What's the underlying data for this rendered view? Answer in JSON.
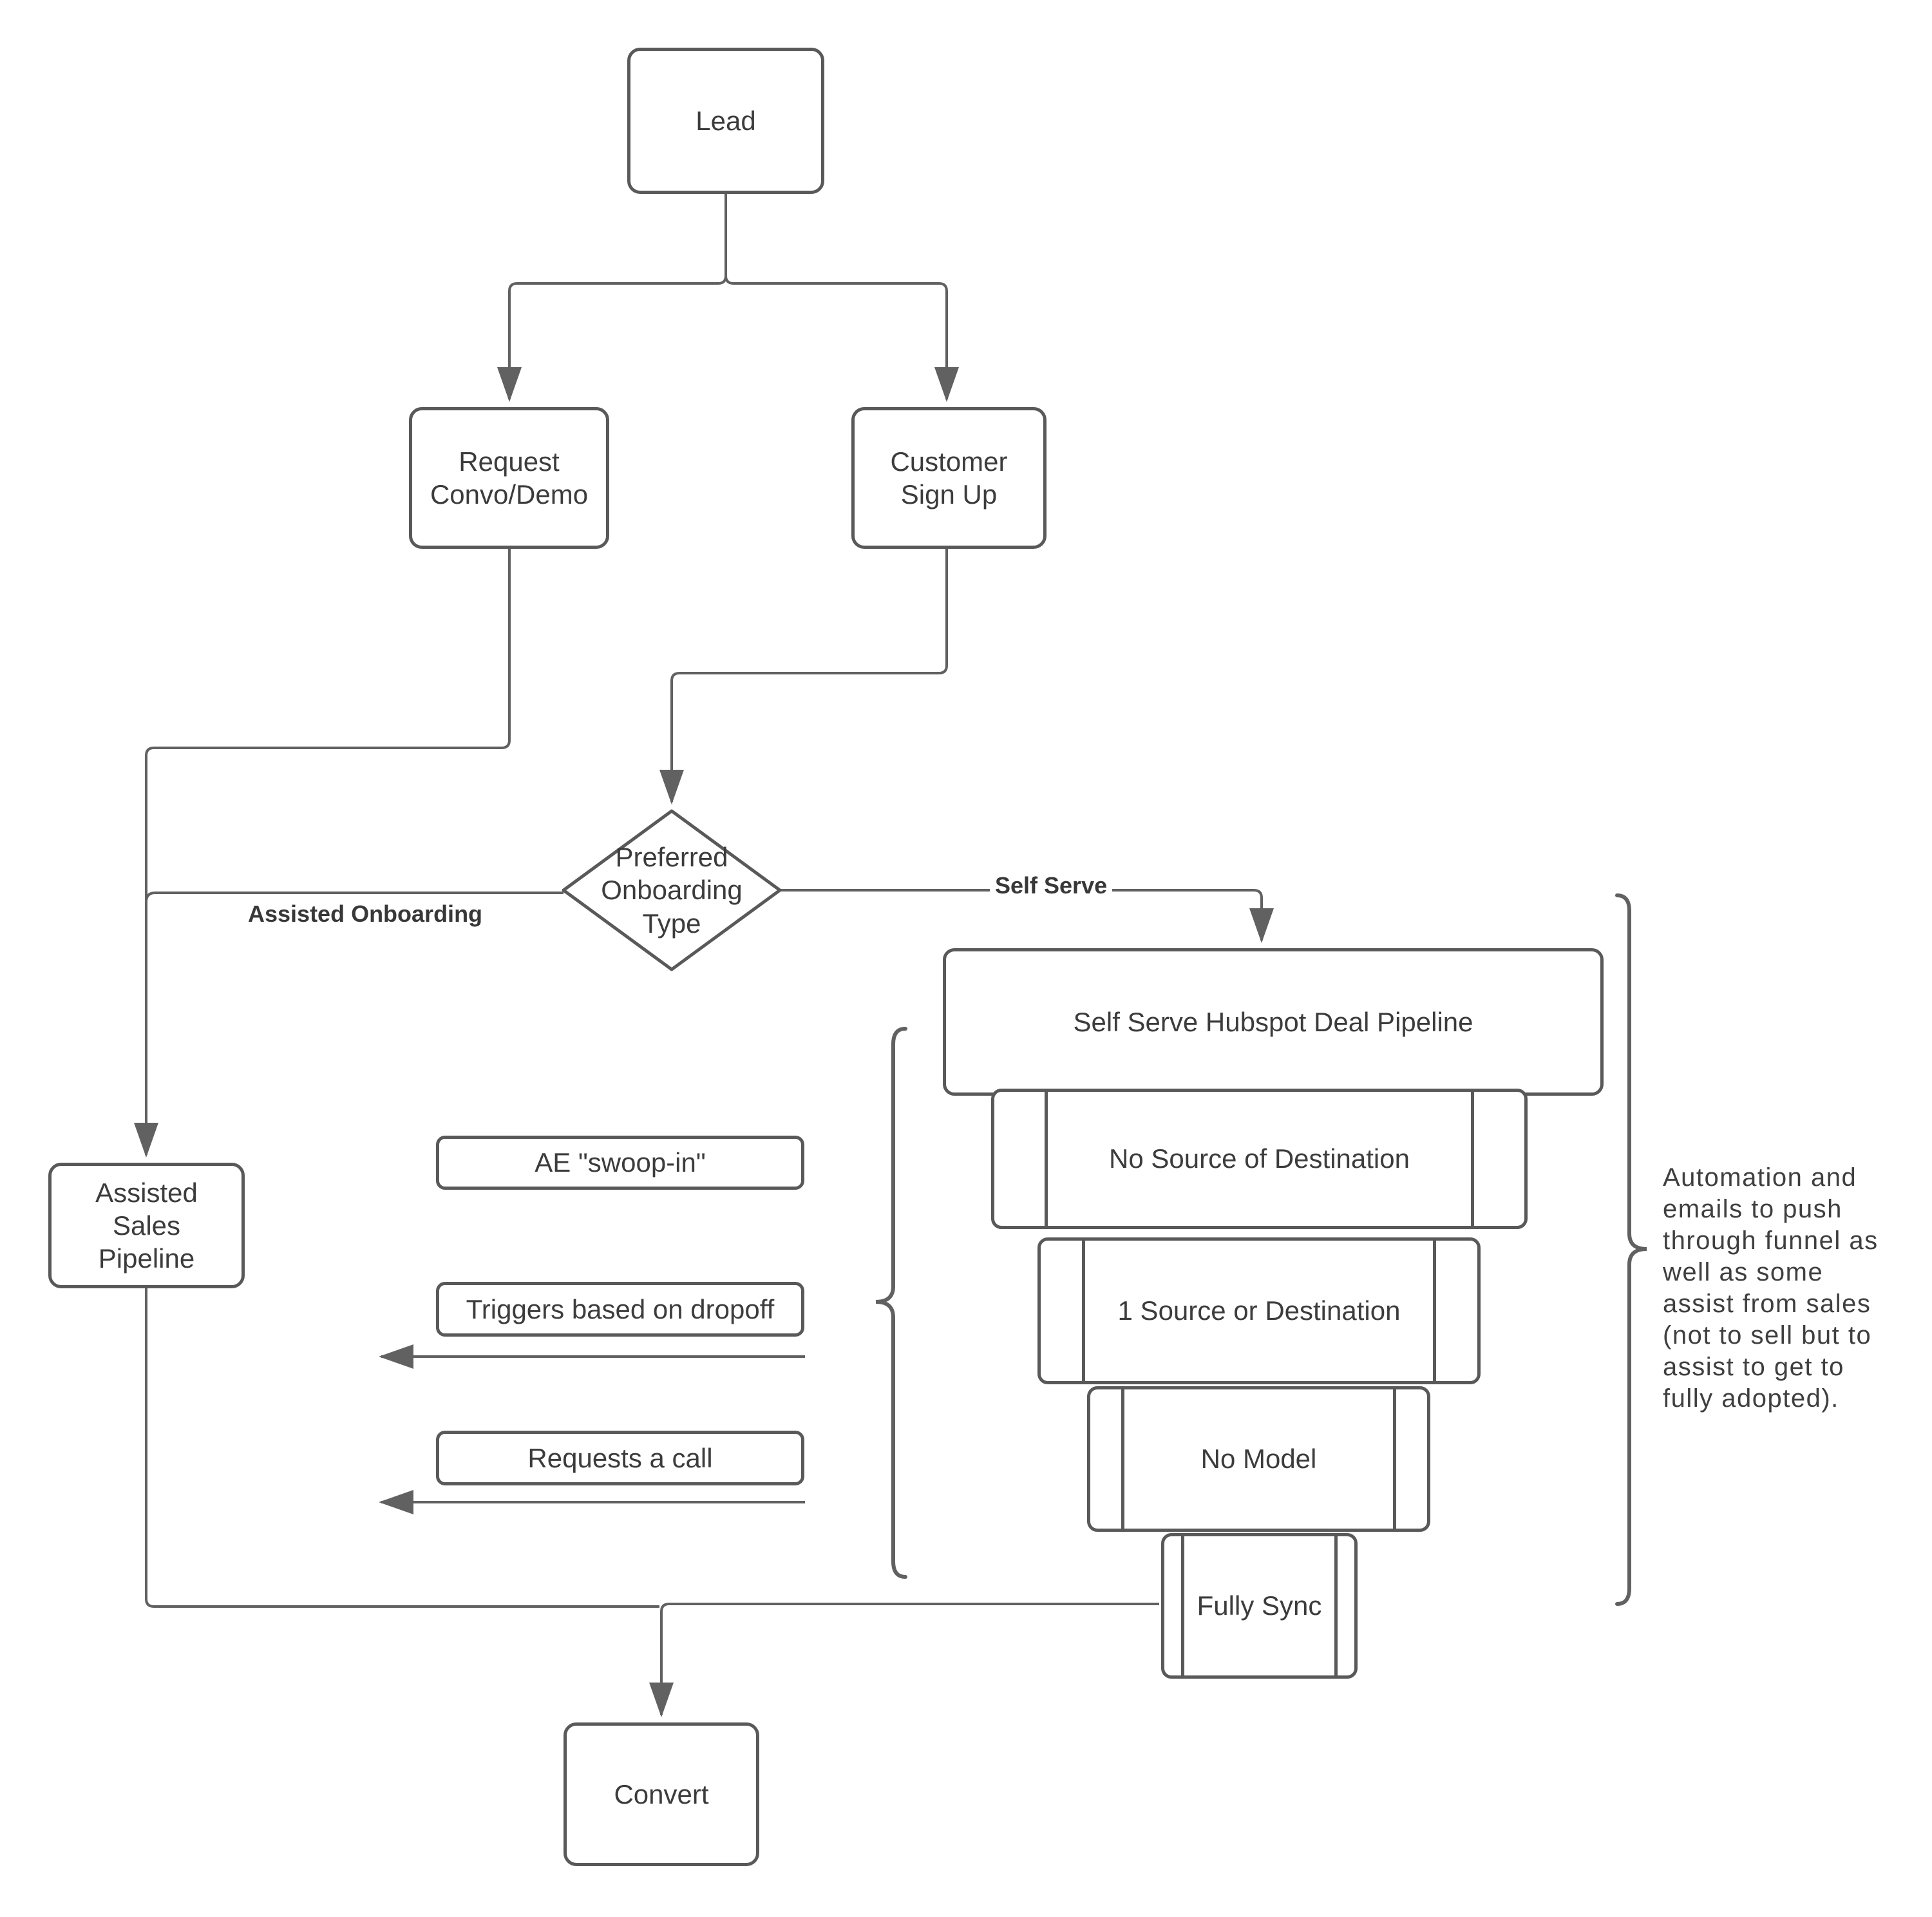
{
  "nodes": {
    "lead": "Lead",
    "request_convo_demo": "Request Convo/Demo",
    "customer_sign_up": "Customer Sign Up",
    "preferred_onboarding_type": "Preferred\nOnboarding\nType",
    "assisted_sales_pipeline": "Assisted\nSales\nPipeline",
    "ae_swoop_in": "AE \"swoop-in\"",
    "triggers_based_on_dropoff": "Triggers based on dropoff",
    "requests_a_call": "Requests a call",
    "self_serve_hubspot_deal_pipeline": "Self Serve Hubspot Deal Pipeline",
    "no_source_of_destination": "No Source of Destination",
    "one_source_or_destination": "1 Source or Destination",
    "no_model": "No Model",
    "fully_sync": "Fully Sync",
    "convert": "Convert"
  },
  "edge_labels": {
    "assisted_onboarding": "Assisted Onboarding",
    "self_serve": "Self Serve"
  },
  "annotation": "Automation and\nemails to push\nthrough funnel as\nwell as some\nassist from sales\n(not to sell but to\nassist to get to\nfully adopted).",
  "colors": {
    "connector": "#616161",
    "shape_border": "#595959",
    "text": "#3c3c3c",
    "background": "#ffffff"
  }
}
